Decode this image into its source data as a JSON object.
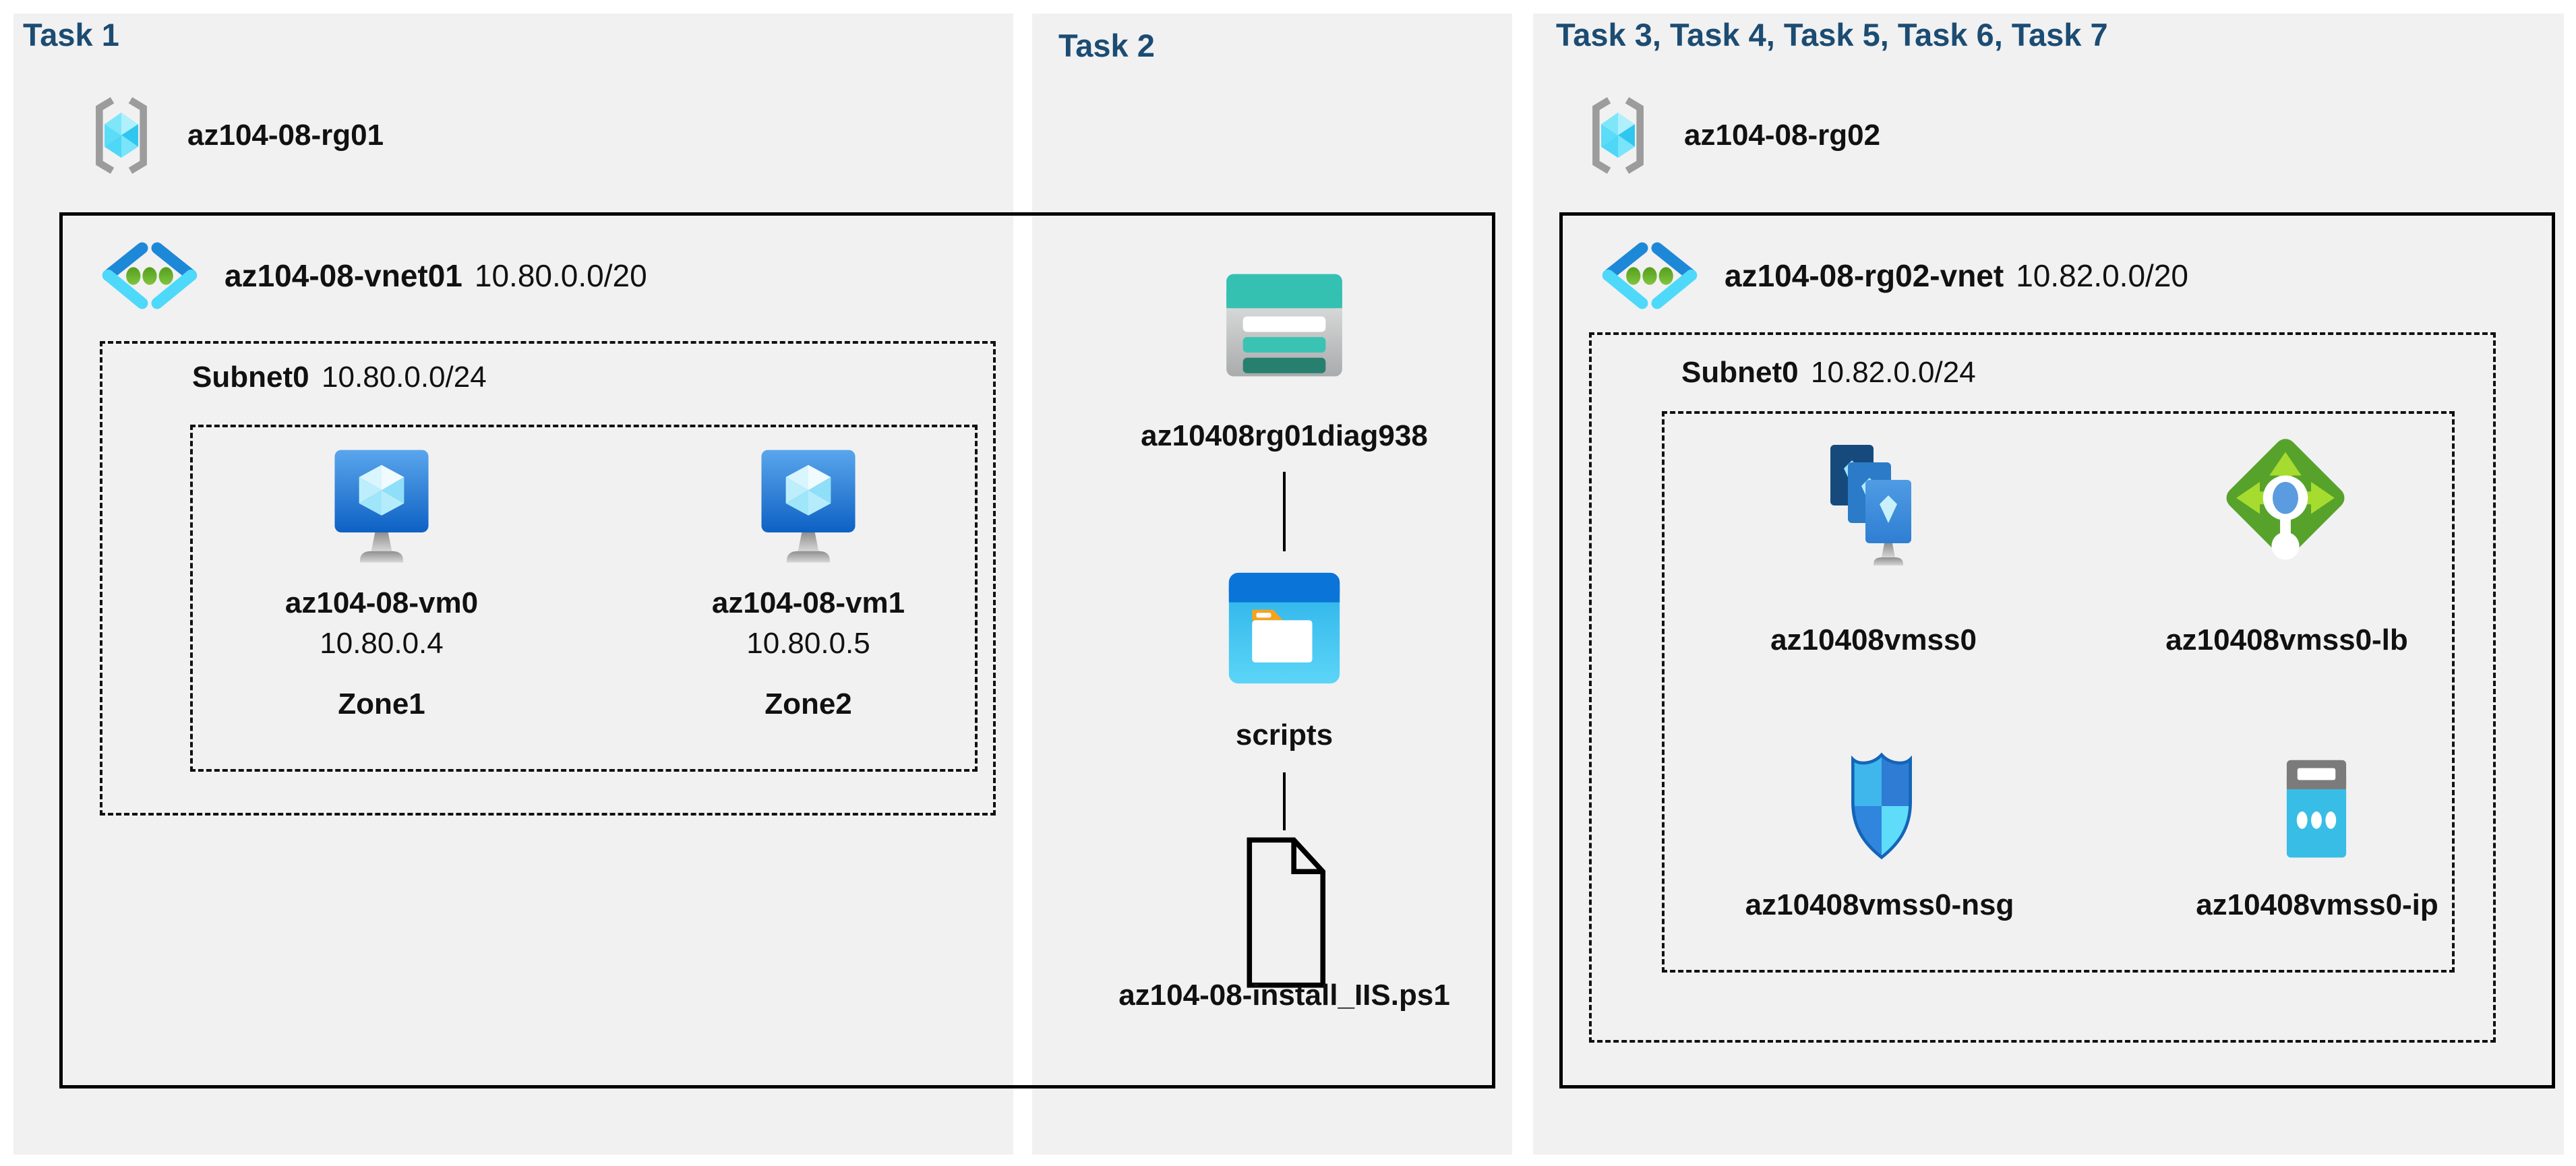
{
  "diagram_title": "AZ-104 Lab 08 architecture diagram",
  "colors": {
    "page_bg": "#ffffff",
    "panel_bg": "#f1f1f2",
    "title_navy": "#1c4c72",
    "text": "#111111",
    "azure_blue": "#1e88d8",
    "light_cyan": "#4ed9fa",
    "green_dot": "#6aaf28",
    "teal_storage": "#35c1b1",
    "lb_green": "#57a22b",
    "lb_arrow_green": "#a6dc30",
    "folder_orange": "#f6a21d",
    "gray_bracket": "#9c9c9c"
  },
  "icons": {
    "resource_group": "resource-group-icon",
    "virtual_network": "virtual-network-icon",
    "virtual_machine": "virtual-machine-icon",
    "storage_account": "storage-account-icon",
    "blob_container": "folder-container-icon",
    "script_file": "file-document-icon",
    "vmss": "vm-scale-set-icon",
    "load_balancer": "load-balancer-icon",
    "nsg": "shield-nsg-icon",
    "public_ip": "public-ip-icon"
  },
  "panels": [
    {
      "title": "Task 1",
      "resource_group": "az104-08-rg01",
      "vnet": {
        "name": "az104-08-vnet01",
        "cidr": "10.80.0.0/20"
      },
      "subnet": {
        "name": "Subnet0",
        "cidr": "10.80.0.0/24"
      },
      "vms": [
        {
          "name": "az104-08-vm0",
          "ip": "10.80.0.4",
          "zone": "Zone1"
        },
        {
          "name": "az104-08-vm1",
          "ip": "10.80.0.5",
          "zone": "Zone2"
        }
      ]
    },
    {
      "title": "Task 2",
      "storage_account": "az10408rg01diag938",
      "container": "scripts",
      "file": "az104-08-install_IIS.ps1"
    },
    {
      "title": "Task 3, Task 4, Task 5, Task 6, Task 7",
      "resource_group": "az104-08-rg02",
      "vnet": {
        "name": "az104-08-rg02-vnet",
        "cidr": "10.82.0.0/20"
      },
      "subnet": {
        "name": "Subnet0",
        "cidr": "10.82.0.0/24"
      },
      "resources": [
        {
          "name": "az10408vmss0",
          "type": "vm-scale-set"
        },
        {
          "name": "az10408vmss0-lb",
          "type": "load-balancer"
        },
        {
          "name": "az10408vmss0-nsg",
          "type": "network-security-group"
        },
        {
          "name": "az10408vmss0-ip",
          "type": "public-ip"
        }
      ]
    }
  ]
}
